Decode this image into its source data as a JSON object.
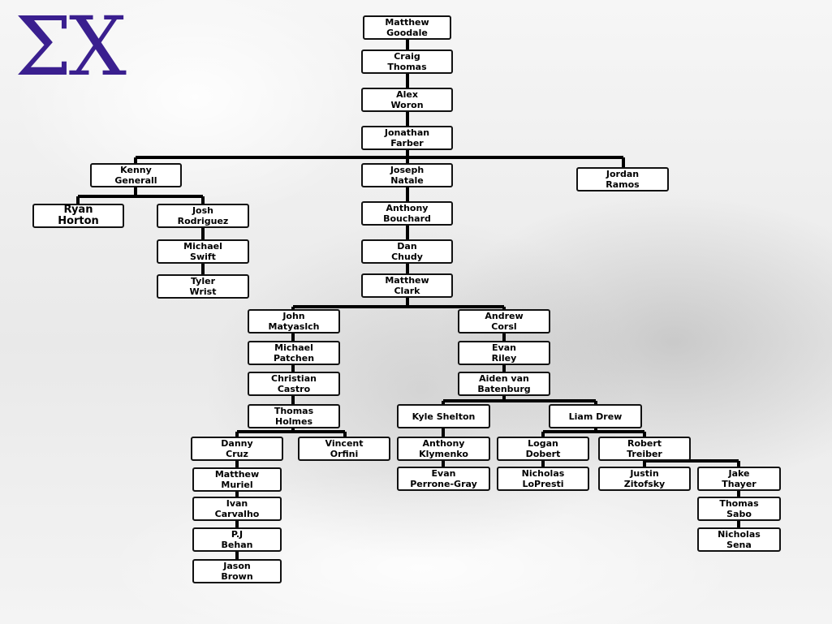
{
  "logo_text": "ΣΧ",
  "colors": {
    "logo": "#3a1f8f",
    "box_border": "#111111",
    "connector": "#000000"
  },
  "nodes": {
    "matthew_goodale": "Matthew\nGoodale",
    "craig_thomas": "Craig\nThomas",
    "alex_woron": "Alex\nWoron",
    "jonathan_farber": "Jonathan\nFarber",
    "kenny_generall": "Kenny\nGenerall",
    "joseph_natale": "Joseph\nNatale",
    "jordan_ramos": "Jordan\nRamos",
    "ryan_horton": "Ryan\nHorton",
    "josh_rodriguez": "Josh\nRodriguez",
    "michael_swift": "Michael\nSwift",
    "tyler_wrist": "Tyler\nWrist",
    "anthony_bouchard": "Anthony\nBouchard",
    "dan_chudy": "Dan\nChudy",
    "matthew_clark": "Matthew\nClark",
    "john_matyaslch": "John\nMatyaslch",
    "michael_patchen": "Michael\nPatchen",
    "christian_castro": "Christian\nCastro",
    "thomas_holmes": "Thomas\nHolmes",
    "danny_cruz": "Danny\nCruz",
    "vincent_orfini": "Vincent\nOrfini",
    "matthew_muriel": "Matthew\nMuriel",
    "ivan_carvalho": "Ivan\nCarvalho",
    "pj_behan": "P.J\nBehan",
    "jason_brown": "Jason\nBrown",
    "andrew_corsl": "Andrew\nCorsl",
    "evan_riley": "Evan\nRiley",
    "aiden_van_batenburg": "Aiden van\nBatenburg",
    "kyle_shelton": "Kyle Shelton",
    "liam_drew": "Liam Drew",
    "anthony_klymenko": "Anthony\nKlymenko",
    "evan_perrone_gray": "Evan\nPerrone-Gray",
    "logan_dobert": "Logan\nDobert",
    "nicholas_lopresti": "Nicholas\nLoPresti",
    "robert_treiber": "Robert\nTreiber",
    "justin_zitofsky": "Justin\nZitofsky",
    "jake_thayer": "Jake\nThayer",
    "thomas_sabo": "Thomas\nSabo",
    "nicholas_sena": "Nicholas\nSena"
  }
}
